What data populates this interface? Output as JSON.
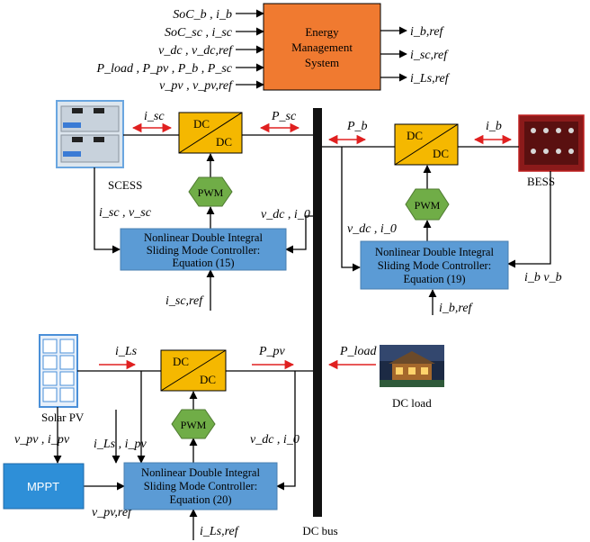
{
  "colors": {
    "ems": "#f07a30",
    "converter": "#f5b800",
    "controller": "#5b9bd5",
    "pwm": "#70ad47",
    "mppt": "#2e8fd8",
    "bus": "#111111",
    "power_arrow": "#e02020"
  },
  "ems": {
    "title": [
      "Energy",
      "Management",
      "System"
    ],
    "inputs": [
      "SoC_b , i_b",
      "SoC_sc , i_sc",
      "v_dc , v_dc,ref",
      "P_load , P_pv , P_b , P_sc",
      "v_pv , v_pv,ref"
    ],
    "outputs": [
      "i_b,ref",
      "i_sc,ref",
      "i_Ls,ref"
    ]
  },
  "converter": {
    "top": "DC",
    "bottom": "DC"
  },
  "pwm_label": "PWM",
  "scess": {
    "name": "SCESS",
    "current": "i_sc",
    "power": "P_sc",
    "feedback": "i_sc , v_sc",
    "bus_feedback": "v_dc , i_0",
    "reference": "i_sc,ref",
    "controller": [
      "Nonlinear Double Integral",
      "Sliding Mode Controller:",
      "Equation (15)"
    ]
  },
  "bess": {
    "name": "BESS",
    "current": "i_b",
    "power": "P_b",
    "feedback": "i_b  v_b",
    "bus_feedback": "v_dc , i_0",
    "reference": "i_b,ref",
    "controller": [
      "Nonlinear Double Integral",
      "Sliding Mode Controller:",
      "Equation (19)"
    ]
  },
  "pv": {
    "name": "Solar PV",
    "current": "i_Ls",
    "power": "P_pv",
    "pv_feedback": "v_pv , i_pv",
    "feedback": "i_Ls , i_pv",
    "bus_feedback": "v_dc , i_0",
    "mppt": "MPPT",
    "mppt_out": "v_pv,ref",
    "reference": "i_Ls,ref",
    "controller": [
      "Nonlinear Double Integral",
      "Sliding Mode Controller:",
      "Equation (20)"
    ]
  },
  "load": {
    "name": "DC load",
    "power": "P_load"
  },
  "bus": {
    "name": "DC bus"
  }
}
